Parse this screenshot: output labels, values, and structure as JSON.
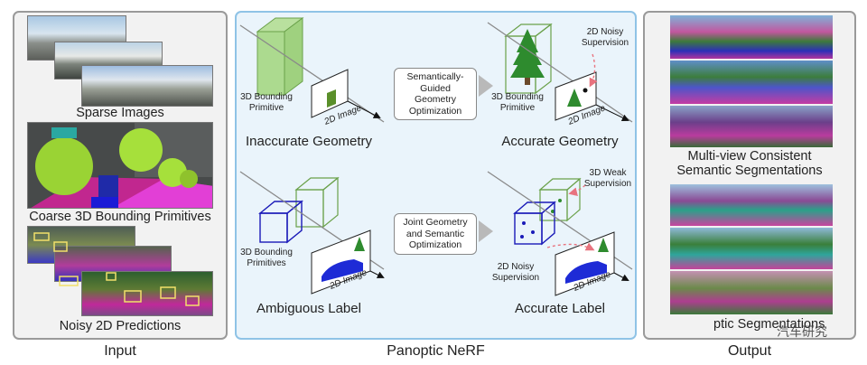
{
  "input": {
    "caption": "Input",
    "sparse_images_label": "Sparse Images",
    "coarse_label": "Coarse 3D Bounding Primitives",
    "noisy_label": "Noisy 2D Predictions"
  },
  "center": {
    "caption": "Panoptic NeRF",
    "top": {
      "left_primitive_label": "3D Bounding\nPrimitive",
      "left_image_label": "2D Image",
      "left_title": "Inaccurate Geometry",
      "arrow_text": "Semantically-\nGuided Geometry\nOptimization",
      "right_primitive_label": "3D Bounding\nPrimitive",
      "right_image_label": "2D Image",
      "right_noisy_label": "2D Noisy\nSupervision",
      "right_title": "Accurate Geometry"
    },
    "bottom": {
      "left_primitives_label": "3D Bounding\nPrimitives",
      "left_image_label": "2D Image",
      "left_title": "Ambiguous Label",
      "arrow_text": "Joint Geometry\nand Semantic\nOptimization",
      "right_weak_label": "3D Weak\nSupervision",
      "right_noisy_label": "2D Noisy\nSupervision",
      "right_image_label": "2D Image",
      "right_title": "Accurate Label"
    }
  },
  "output": {
    "caption": "Output",
    "multiview_label": "Multi-view Consistent\nSemantic Segmentations",
    "bottom_label": "ptic Segmentations"
  },
  "watermark": {
    "text": "汽车研究"
  },
  "colors": {
    "gray_border": "#9a9a9a",
    "blue_border": "#8fc3e6",
    "green_box": "#8dc56e",
    "blue_box": "#1a1ab8",
    "image_plane": "#ffffff"
  }
}
